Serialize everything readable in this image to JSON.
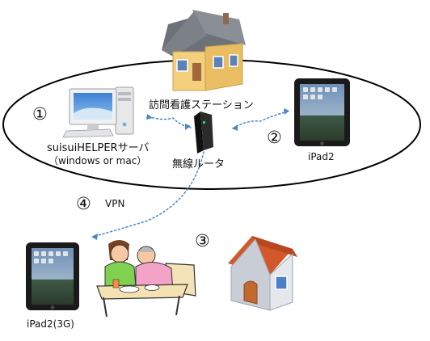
{
  "labels": {
    "station": "訪問看護ステーション",
    "server": "suisuiHELPERサーバ",
    "server_os": "（windows or mac）",
    "router": "無線ルータ",
    "ipad_remote": "iPad2",
    "vpn": "VPN",
    "ipad_3g": "iPad2(3G)"
  },
  "markers": {
    "m1": "①",
    "m2": "②",
    "m3": "③",
    "m4": "④"
  },
  "colors": {
    "ellipse_stroke": "#000000",
    "link_dots": "#4a86c8",
    "roof_gray": "#7c8087",
    "wall_yellow": "#f3cf7e",
    "roof_orange": "#d2572a",
    "wall_gray": "#c9ced6",
    "screen_blue": "#4b7fc9"
  },
  "icons": [
    "station-house-icon",
    "pc-server-icon",
    "router-icon",
    "ipad-icon",
    "ipad-3g-icon",
    "family-illustration",
    "home-house-icon"
  ]
}
